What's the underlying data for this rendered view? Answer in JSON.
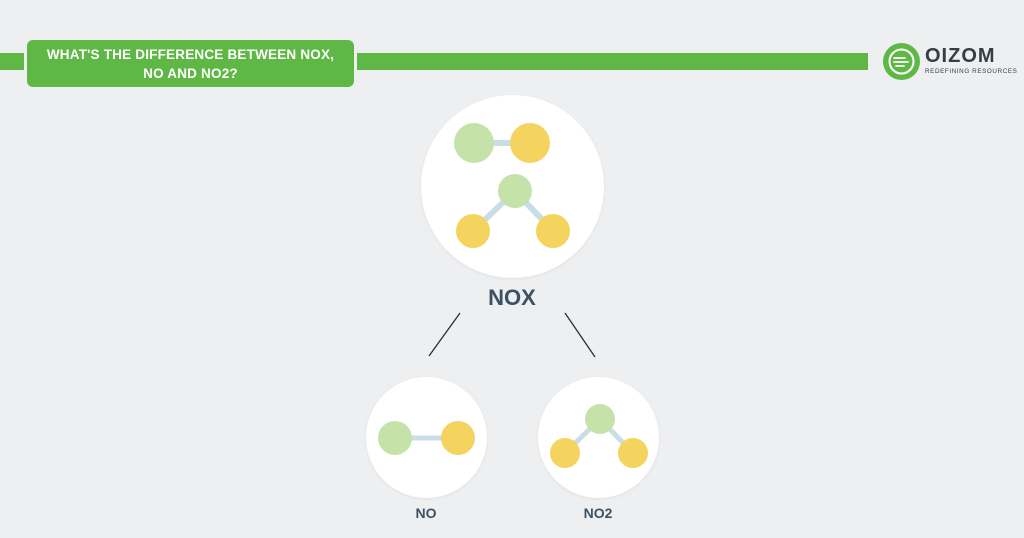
{
  "header": {
    "title": "WHAT'S THE DIFFERENCE BETWEEN NOX, NO AND NO2?"
  },
  "logo": {
    "name": "OIZOM",
    "tagline": "REDEFINING RESOURCES"
  },
  "diagram": {
    "root": {
      "label": "NOX"
    },
    "children": [
      {
        "label": "NO"
      },
      {
        "label": "NO2"
      }
    ]
  },
  "colors": {
    "brand_green": "#5fb846",
    "nitrogen_atom": "#c5e3a9",
    "oxygen_atom": "#f5d35f",
    "bond": "#c9dde6",
    "label_text": "#3d5166",
    "background": "#eeeff0"
  }
}
